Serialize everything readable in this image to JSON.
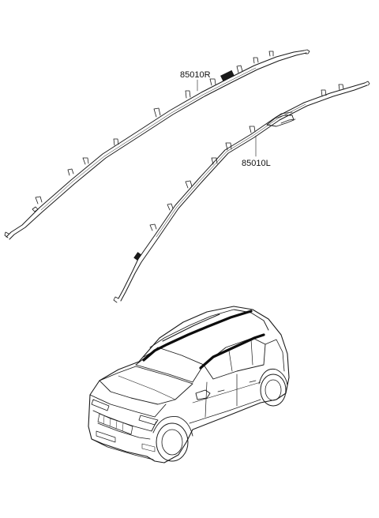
{
  "parts": [
    {
      "id": "right",
      "number": "85010R"
    },
    {
      "id": "left",
      "number": "85010L"
    }
  ]
}
